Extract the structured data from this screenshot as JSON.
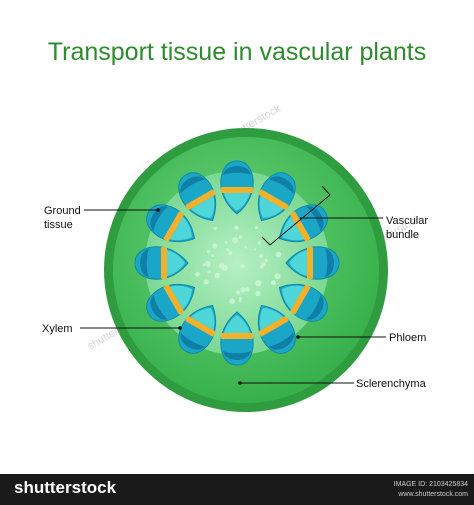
{
  "title": "Transport tissue in vascular plants",
  "labels": {
    "ground_tissue": [
      "Ground",
      "tissue"
    ],
    "vascular_bundle": [
      "Vascular",
      "bundle"
    ],
    "xylem": "Xylem",
    "phloem": "Phloem",
    "sclerenchyma": "Sclerenchyma"
  },
  "watermark": "shutterstock",
  "footer": {
    "brand": "shutterstock",
    "image_id": "IMAGE ID: 2103425834",
    "site": "www.shutterstock.com"
  },
  "colors": {
    "outer_rim": "#2f9d3f",
    "cortex": "#43c458",
    "pith": "#8fe0a4",
    "bundle_outer": "#1aa7c7",
    "bundle_inner": "#4fd6d8",
    "cambium": "#f3b02a",
    "cap": "#0f7fa6"
  },
  "bundle_count": 12
}
